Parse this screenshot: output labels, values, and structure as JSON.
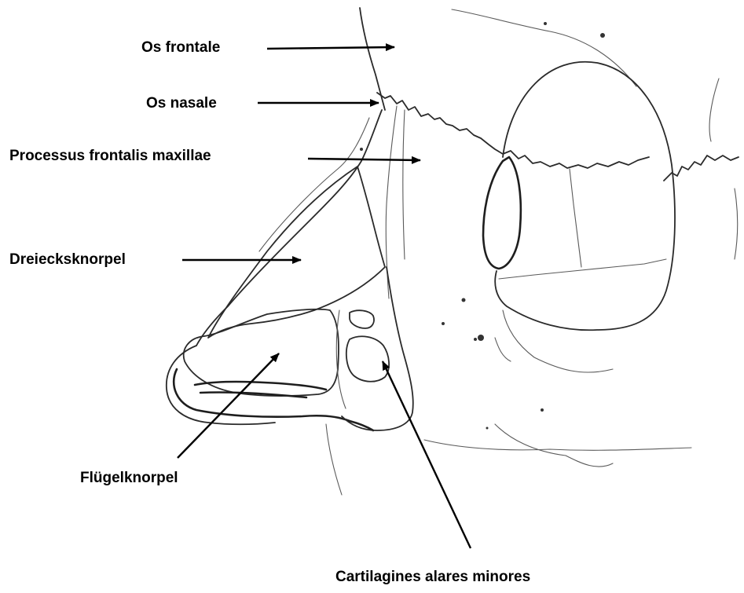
{
  "labels": {
    "os_frontale": "Os frontale",
    "os_nasale": "Os nasale",
    "processus_frontalis": "Processus frontalis maxillae",
    "dreiecksknorpel": "Dreiecksknorpel",
    "fluegelknorpel": "Flügelknorpel",
    "cartilagines": "Cartilagines alares minores"
  }
}
